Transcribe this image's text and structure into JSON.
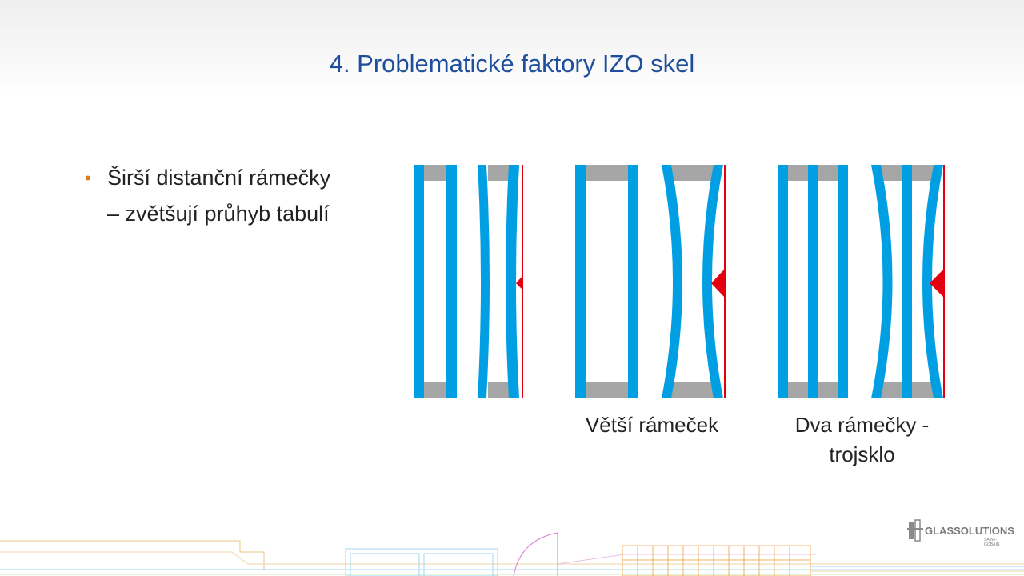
{
  "slide": {
    "title": "4. Problematické faktory IZO skel",
    "bullet": "Širší distanční rámečky – zvětšují průhyb tabulí",
    "bullet_marker": "•"
  },
  "diagrams": {
    "captions": [
      "Větší rámeček",
      "Dva rámečky - trojsklo"
    ]
  },
  "logo": {
    "text": "GLASSOLUTIONS",
    "subtext": "SAINT-GOBAIN"
  },
  "colors": {
    "title": "#1f4e9c",
    "glass": "#009fe3",
    "spacer": "#a6a6a6",
    "deflection": "#e3000f",
    "bullet_marker": "#e0791e"
  }
}
